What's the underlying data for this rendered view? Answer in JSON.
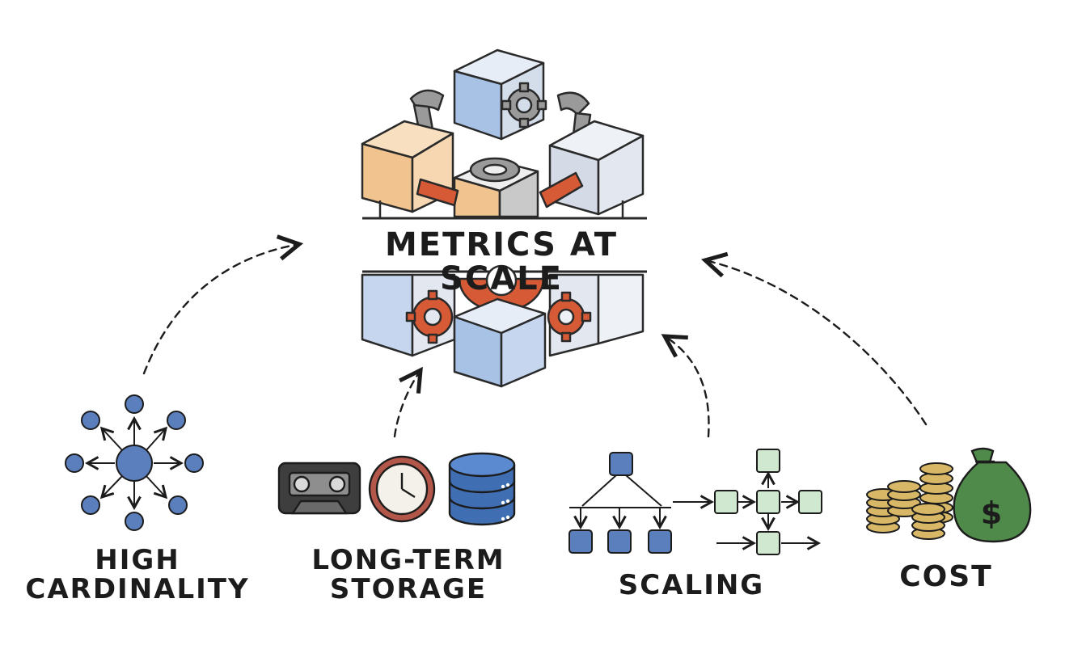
{
  "title": "METRICS AT SCALE",
  "topics": [
    {
      "name": "high-cardinality",
      "lines": [
        "HIGH",
        "CARDINALITY"
      ]
    },
    {
      "name": "long-term-storage",
      "lines": [
        "LONG-TERM",
        "STORAGE"
      ]
    },
    {
      "name": "scaling",
      "lines": [
        "SCALING"
      ]
    },
    {
      "name": "cost",
      "lines": [
        "COST"
      ]
    }
  ],
  "money_symbol": "$",
  "colors": {
    "blue": "#5b7fbd",
    "light_blue": "#cfdcee",
    "orange": "#f1c48f",
    "grey": "#8a8a8a",
    "red": "#d65a35",
    "green": "#4f8a4a",
    "light_green": "#cfe8cf",
    "gold": "#d8b866",
    "ink": "#1c1c1c"
  }
}
